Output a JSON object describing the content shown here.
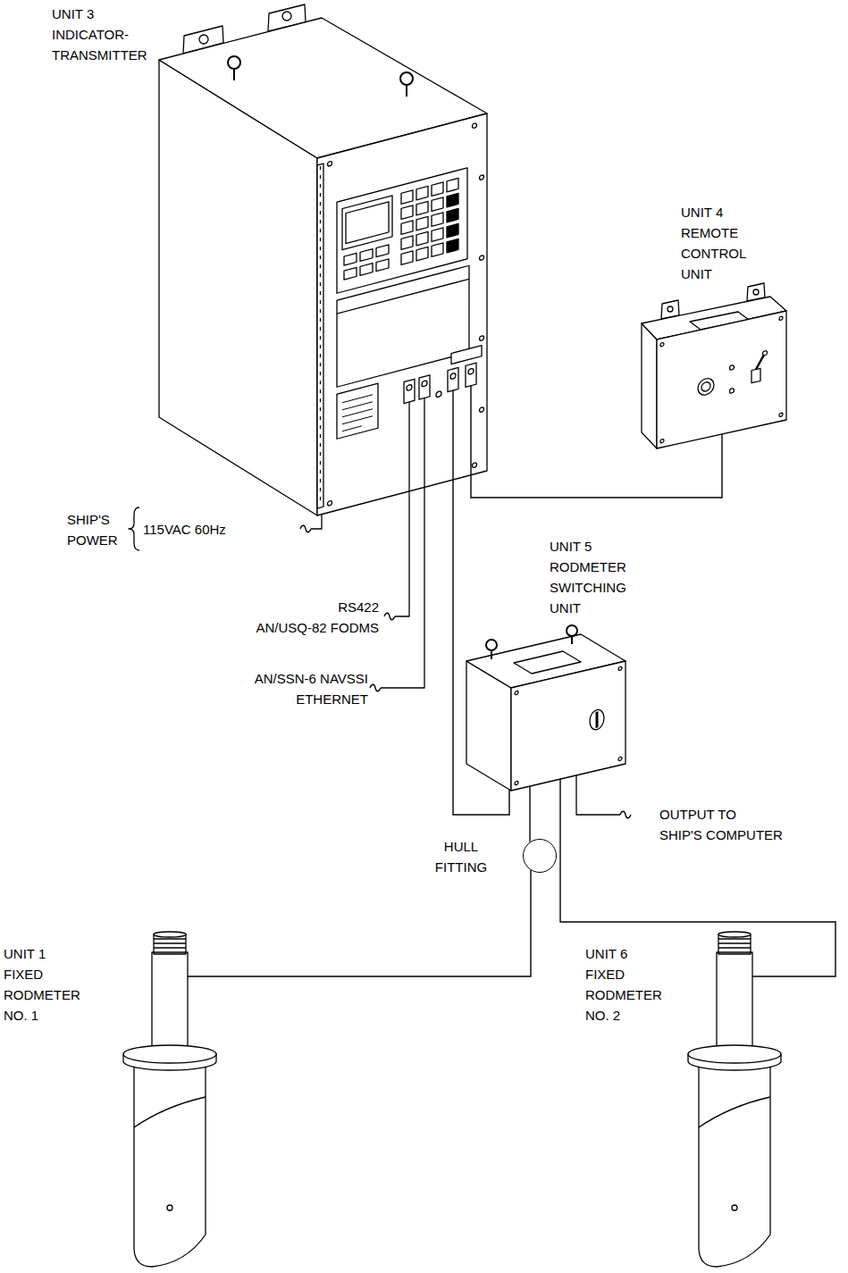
{
  "diagram": {
    "nodes": [
      {
        "text": [
          "UNIT 3 INDICATOR- TRANSMITTER"
        ]
      },
      {
        "text": [
          "UNIT 4 REMOTE CONTROL UNIT"
        ]
      },
      {
        "text": [
          "UNIT 5 RODMETER SWITCHING UNIT"
        ]
      },
      {
        "text": [
          "HULL FITTING"
        ]
      },
      {
        "text": [
          "UNIT 1 FIXED RODMETER NO. 1"
        ]
      },
      {
        "text": [
          "UNIT 6 FIXED RODMETER NO. 2"
        ]
      }
    ],
    "edges": [
      {
        "from": 0,
        "to": 1,
        "arrow": "none"
      },
      {
        "from": 0,
        "to": 2,
        "arrow": "none"
      },
      {
        "from": 2,
        "to": 3,
        "arrow": "none"
      },
      {
        "from": 3,
        "to": 4,
        "arrow": "none"
      },
      {
        "from": 2,
        "to": 5,
        "arrow": "none"
      }
    ],
    "labels": [
      "SHIP'S POWER",
      "115VAC 60Hz",
      "RS422 AN/USQ-82 FODMS",
      "AN/SSN-6 NAVSSI ETHERNET",
      "OUTPUT TO SHIP'S COMPUTER"
    ]
  }
}
